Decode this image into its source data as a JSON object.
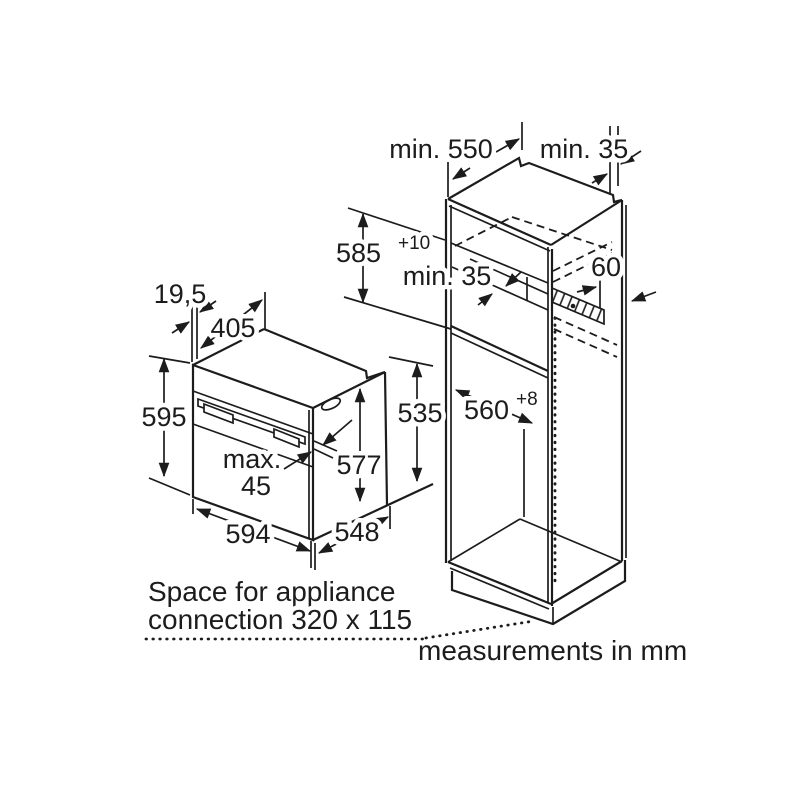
{
  "labels": {
    "cab_top_depth": "min. 550",
    "cab_rear_gap_top": "min. 35",
    "niche_height": "585",
    "niche_height_tol": "+10",
    "shelf_gap": "min. 35",
    "vent_height": "60",
    "niche_width": "560",
    "niche_width_tol": "+8",
    "oven_top_offset": "19,5",
    "oven_top_depth": "405",
    "oven_height": "595",
    "oven_rear_height": "535",
    "oven_side_height": "577",
    "door_gap_line1": "max.",
    "door_gap_line2": "45",
    "oven_width": "594",
    "oven_depth": "548",
    "note_line1": "Space for appliance",
    "note_line2": "connection 320 x 115",
    "units_note": "measurements in mm"
  },
  "colors": {
    "line": "#1c1c1c",
    "background": "#ffffff"
  }
}
